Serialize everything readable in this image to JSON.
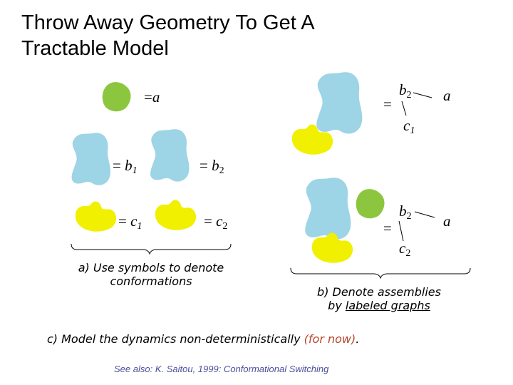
{
  "title": {
    "line1": "Throw Away Geometry To Get A",
    "line2": "Tractable Model"
  },
  "symbols": {
    "eq": "=",
    "a": "a",
    "b1": "b",
    "b1_sub": "1",
    "b2": "b",
    "b2_sub": "2",
    "c1": "c",
    "c1_sub": "1",
    "c2": "c",
    "c2_sub": "2"
  },
  "graph1": {
    "eq": "=",
    "b": "b",
    "b_sub": "2",
    "a": "a",
    "c": "c",
    "c_sub": "1"
  },
  "graph2": {
    "eq": "=",
    "b": "b",
    "b_sub": "2",
    "a": "a",
    "c": "c",
    "c_sub": "2"
  },
  "notes": {
    "a_line1": "a) Use symbols to denote",
    "a_line2": "conformations",
    "b_line1": "b) Denote assemblies",
    "b_line2_pre": "by ",
    "b_line2_link": "labeled graphs",
    "c_pre": "c) Model the dynamics non-deterministically ",
    "c_accent": "(for now)",
    "c_post": "."
  },
  "reference": "See also: K. Saitou, 1999: Conformational Switching",
  "colors": {
    "green": "#8cc63f",
    "blue": "#9dd4e6",
    "yellow": "#f0f000",
    "accent": "#b8452a",
    "reference": "#4a4f9a"
  }
}
